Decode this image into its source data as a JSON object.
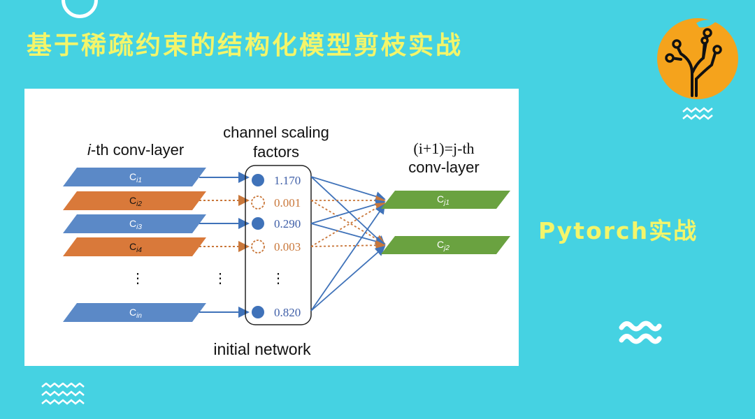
{
  "title": "基于稀疏约束的结构化模型剪枝实战",
  "subtitle": "Pytorch实战",
  "colors": {
    "background": "#45d2e2",
    "title_text": "#f3f56a",
    "logo_circle": "#f5a31c",
    "layer_blue": "#5b89c7",
    "layer_orange": "#d9793a",
    "layer_green": "#6aa240",
    "arrow_blue": "#3f72b9",
    "arrow_orange": "#c9773a"
  },
  "icons": {
    "logo": "circuit-tree-logo",
    "wave_top_right": "wave-icon",
    "wave_mid_right": "wave-icon",
    "wave_bottom_left": "wave-icon",
    "top_ring": "ring-decoration"
  },
  "figure": {
    "layer_i_label_italic": "i",
    "layer_i_label_rest": "-th conv-layer",
    "scaling_label_line1": "channel scaling",
    "scaling_label_line2": "factors",
    "layer_j_label_line1": "(i+1)=j-th",
    "layer_j_label_line2": "conv-layer",
    "footer_label": "initial network",
    "ellipsis": "⋮",
    "channels_i": [
      {
        "base": "C",
        "sub": "i1",
        "state": "kept"
      },
      {
        "base": "C",
        "sub": "i2",
        "state": "pruned"
      },
      {
        "base": "C",
        "sub": "i3",
        "state": "kept"
      },
      {
        "base": "C",
        "sub": "i4",
        "state": "pruned"
      },
      {
        "base": "C",
        "sub": "in",
        "state": "kept"
      }
    ],
    "factors": [
      "1.170",
      "0.001",
      "0.290",
      "0.003",
      "0.820"
    ],
    "channels_j": [
      {
        "base": "C",
        "sub": "j1"
      },
      {
        "base": "C",
        "sub": "j2"
      }
    ]
  }
}
